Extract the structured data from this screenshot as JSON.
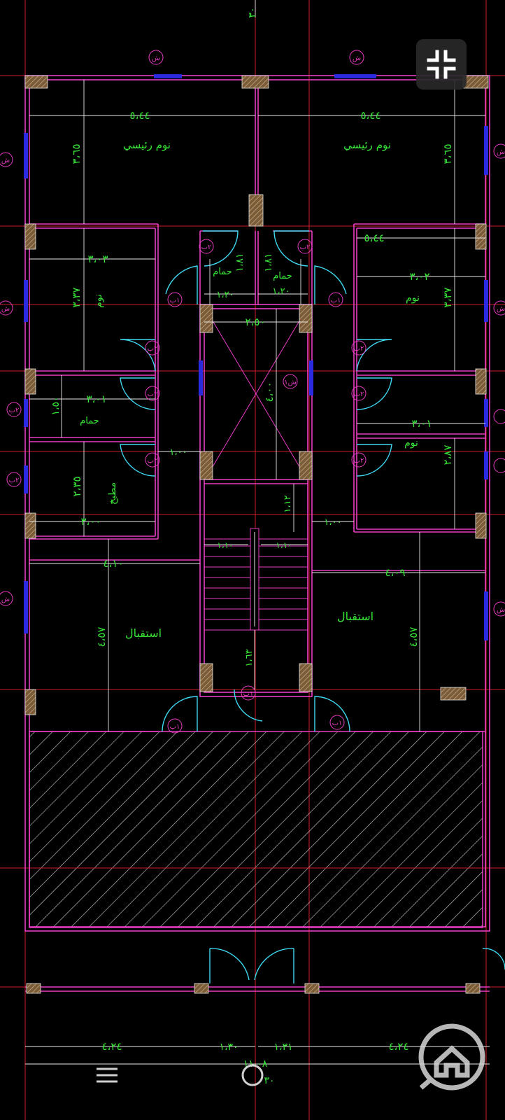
{
  "plan": {
    "rooms": {
      "master_bed_left": "نوم رئيسي",
      "master_bed_right": "نوم رئيسي",
      "bath_center_left": "حمام",
      "bath_center_right": "حمام",
      "bed_left": "نوم",
      "bed_right_upper": "نوم",
      "bath_left": "حمام",
      "bed_right_lower": "نوم",
      "kitchen_left": "مطبخ",
      "reception_left": "استقبال",
      "reception_right": "استقبال"
    },
    "dimensions": {
      "d_544_left": "٥،٤٤",
      "d_544_right": "٥،٤٤",
      "d_544_right_mid": "٥،٤٤",
      "d_365_left": "٣،٦٥",
      "d_365_right": "٣،٦٥",
      "d_303": "٣،٠٣",
      "d_302": "٣،٠٢",
      "d_337_left": "٣،٣٧",
      "d_337_right": "٣،٣٧",
      "d_181_left": "١،٨١",
      "d_181_right": "١،٨١",
      "d_120": "١،٢٠",
      "d_12": "١،٢٠",
      "d_250": "٢،٥٠",
      "d_400": "٤،٠٠",
      "d_301_left": "٣،٠١",
      "d_301_right": "٣،٠١",
      "d_150": "١،٥٠",
      "d_287": "٢،٨٧",
      "d_100_left": "١،٠٠",
      "d_100_right": "١،٠٠",
      "d_235": "٢،٣٥",
      "d_300": "٣،٠٠",
      "d_112": "١،١٢",
      "d_110_left": "١،١٠",
      "d_110_right": "١،١٠",
      "d_410": "٤،١٠",
      "d_409": "٤،٠٩",
      "d_457_left": "٤،٥٧",
      "d_457_right": "٤،٥٧",
      "d_163": "١،٦٣",
      "d_424_left": "٤،٢٤",
      "d_424_right": "٤،٢٤",
      "d_130": "١،٣٠",
      "d_131": "١،٣١",
      "d_1108": "١١،٠٨",
      "d_top_marker": "٣٠",
      "d_bottom_marker": "٣٠"
    },
    "tags": {
      "window_top_left": "ش",
      "window_top_right": "ش",
      "window_side_1": "ش",
      "window_side_2": "ش",
      "window_side_3": "ش",
      "window_side_4": "ش",
      "window_side_5": "ش",
      "window_side_6": "ش",
      "window_shaft": "ش١",
      "door_1": "٢ب",
      "door_2": "٢ب",
      "door_3": "١ب",
      "door_4": "١ب",
      "door_5": "٢ب",
      "door_6": "٢ب",
      "door_7": "٢ب",
      "door_8": "٢ب",
      "door_9": "٢ب",
      "door_10": "٢ب",
      "door_11": "٢ب",
      "door_12": "٢ب",
      "door_13": "١ب",
      "door_14": "١ب",
      "door_15": "١ب"
    }
  },
  "ui": {
    "exit_fullscreen_icon": "exit-fullscreen-icon",
    "watermark_icon": "home-logo-icon",
    "nav_menu_icon": "menu-icon",
    "nav_home_icon": "home-circle-icon"
  },
  "colors": {
    "background": "#000000",
    "wall": "#e83cc4",
    "grid": "#cc1f2a",
    "text": "#38e838",
    "dimension": "#e8e8e8",
    "door": "#3fd7f0",
    "window": "#2a2ae0"
  }
}
